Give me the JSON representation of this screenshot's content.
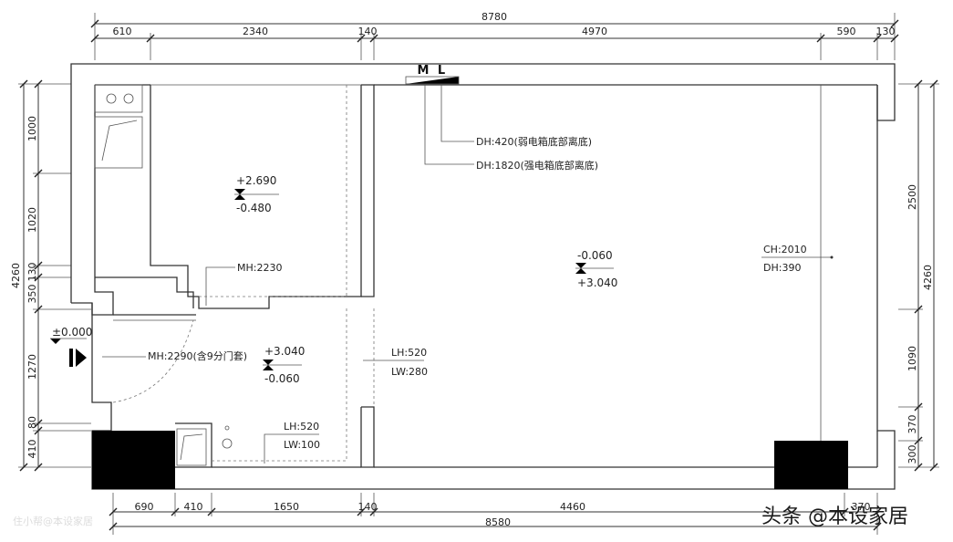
{
  "dimensions": {
    "top_total": "8780",
    "top_segments": [
      "610",
      "2340",
      "140",
      "4970",
      "590",
      "130"
    ],
    "bottom_total": "8580",
    "bottom_segments": [
      "690",
      "410",
      "1650",
      "140",
      "4460",
      "370"
    ],
    "left_total": "4260",
    "left_segments": [
      "1000",
      "1020",
      "130",
      "350",
      "1270",
      "80",
      "410"
    ],
    "right_total": "4260",
    "right_segments": [
      "2500",
      "1090",
      "370",
      "300"
    ]
  },
  "elevations": {
    "room_a": {
      "top": "+2.690",
      "bottom": "-0.480"
    },
    "room_b": {
      "top": "-0.060",
      "bottom": "+3.040"
    },
    "corridor": {
      "top": "+3.040",
      "bottom": "-0.060"
    },
    "entry": "±0.000"
  },
  "annotations": {
    "dh420": "DH:420(弱电箱底部离底)",
    "dh1820": "DH:1820(强电箱底部离底)",
    "mh2230": "MH:2230",
    "mh2290": "MH:2290(含9分门套)",
    "lh520_a": "LH:520",
    "lw280": "LW:280",
    "lh520_b": "LH:520",
    "lw100": "LW:100",
    "ch2010": "CH:2010",
    "dh390": "DH:390",
    "panel_m": "M",
    "panel_l": "L"
  },
  "watermark": {
    "main": "头条 @本设家居",
    "small": "住小帮@本设家居"
  }
}
